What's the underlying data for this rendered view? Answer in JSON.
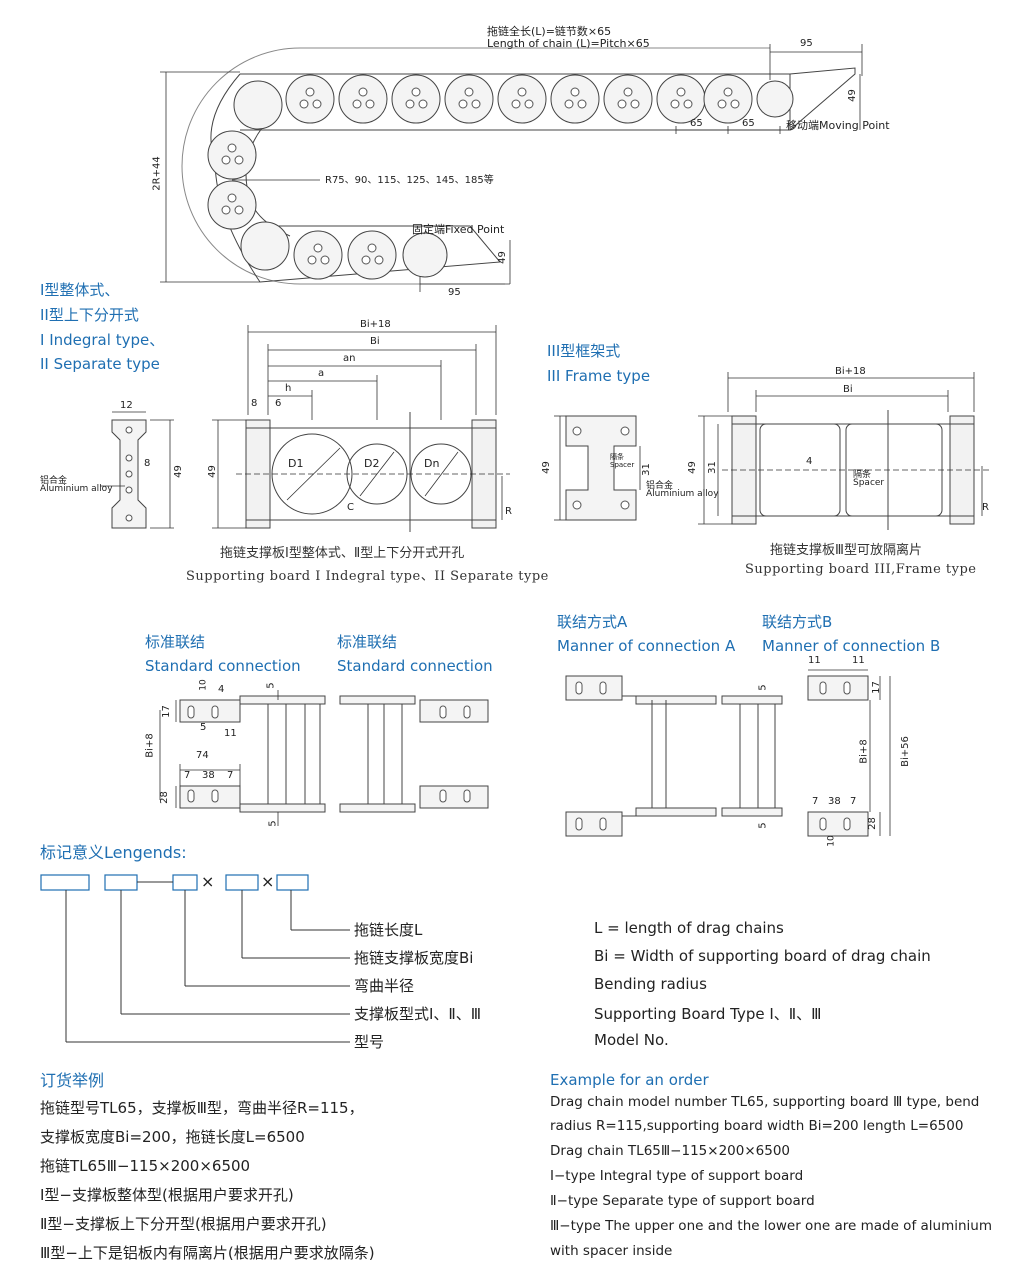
{
  "top": {
    "title_cn": "拖链全长(L)=链节数×65",
    "title_en": "Length of chain (L)=Pitch×65",
    "dim_95_top": "95",
    "dim_49_top": "49",
    "dim_65a": "65",
    "dim_65b": "65",
    "moving_point": "移动端Moving Point",
    "height_label": "2R+44",
    "radius_label": "R75、90、115、125、145、185等",
    "fixed_point": "固定端Fixed Point",
    "dim_49_bottom": "49",
    "dim_95_bottom": "95"
  },
  "type12": {
    "heading_cn1": "I型整体式、",
    "heading_cn2": "II型上下分开式",
    "heading_en1": "I Indegral type、",
    "heading_en2": "II Separate type",
    "dim_12": "12",
    "dim_8": "8",
    "dim_49": "49",
    "alu_cn": "铝合金",
    "alu_en": "Aluminium alloy",
    "bi18": "Bi+18",
    "bi": "Bi",
    "an": "an",
    "a": "a",
    "h": "h",
    "d8": "8",
    "d6": "6",
    "d49": "49",
    "D1": "D1",
    "D2": "D2",
    "Dn": "Dn",
    "C": "C",
    "R": "R",
    "caption_cn": "拖链支撑板I型整体式、Ⅱ型上下分开式开孔",
    "caption_en": "Supporting board I Indegral type、II Separate type"
  },
  "type3": {
    "heading_cn": "III型框架式",
    "heading_en": "III Frame type",
    "spacer_cn": "隔条",
    "spacer_en": "Spacer",
    "dim_31": "31",
    "dim_49": "49",
    "alu_cn": "铝合金",
    "alu_en": "Aluminium alloy",
    "bi18": "Bi+18",
    "bi": "Bi",
    "d49": "49",
    "d31": "31",
    "d4": "4",
    "spacer2_cn": "隔条",
    "spacer2_en": "Spacer",
    "R": "R",
    "caption_cn": "拖链支撑板Ⅲ型可放隔离片",
    "caption_en": "Supporting board III,Frame type"
  },
  "connections": {
    "std1_cn": "标准联结",
    "std1_en": "Standard connection",
    "std2_cn": "标准联结",
    "std2_en": "Standard connection",
    "a_cn": "联结方式A",
    "a_en": "Manner of connection A",
    "b_cn": "联结方式B",
    "b_en": "Manner of connection B",
    "d10": "10",
    "d4": "4",
    "d5a": "5",
    "d17": "17",
    "d5b": "5",
    "d11": "11",
    "bi8": "Bi+8",
    "d74": "74",
    "d7a": "7",
    "d38": "38",
    "d7b": "7",
    "d28": "28",
    "d5c": "5",
    "b_d11a": "11",
    "b_d11b": "11",
    "b_d5": "5",
    "b_d17": "17",
    "b_bi8": "Bi+8",
    "b_bi56": "Bi+56",
    "b_d7a": "7",
    "b_d38": "38",
    "b_d7b": "7",
    "b_d5b": "5",
    "b_d28": "28",
    "b_d10": "10"
  },
  "legend": {
    "heading": "标记意义Lengends:",
    "items_cn": [
      "拖链长度L",
      "拖链支撑板宽度Bi",
      "弯曲半径",
      "支撑板型式Ⅰ、Ⅱ、Ⅲ",
      "型号"
    ],
    "items_en": [
      "L = length of drag chains",
      "Bi = Width of supporting board of drag chain",
      "Bending radius",
      "Supporting Board Type Ⅰ、Ⅱ、Ⅲ",
      "Model No."
    ],
    "sep1": "—",
    "sep2": "×",
    "sep3": "×"
  },
  "order_cn": {
    "heading": "订货举例",
    "lines": [
      "拖链型号TL65，支撑板Ⅲ型，弯曲半径R=115，",
      "支撑板宽度Bi=200，拖链长度L=6500",
      "拖链TL65Ⅲ−115×200×6500",
      "Ⅰ型−支撑板整体型(根据用户要求开孔)",
      "Ⅱ型−支撑板上下分开型(根据用户要求开孔)",
      "Ⅲ型−上下是铝板内有隔离片(根据用户要求放隔条)"
    ]
  },
  "order_en": {
    "heading": "Example for an order",
    "lines": [
      "Drag chain model number TL65, supporting board Ⅲ type, bend",
      "radius R=115,supporting board width Bi=200 length L=6500",
      "Drag chain TL65Ⅲ−115×200×6500",
      "Ⅰ−type Integral type of support board",
      "Ⅱ−type Separate type of support board",
      "Ⅲ−type The upper one and the lower one are made of aluminium",
      "with spacer inside"
    ]
  }
}
